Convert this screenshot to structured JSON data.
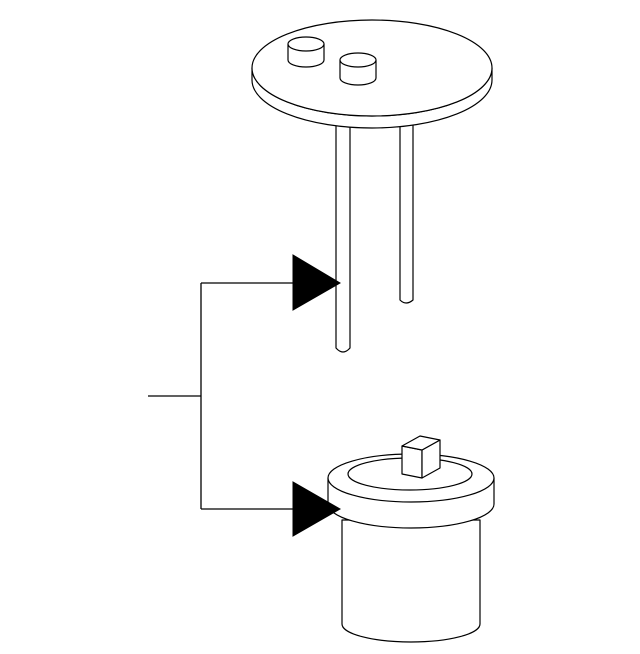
{
  "diagram": {
    "parts": [
      {
        "name": "round-plate-with-two-posts",
        "description_shown": false
      },
      {
        "name": "cylindrical-canister-with-tab",
        "description_shown": false
      }
    ],
    "connector": {
      "style": "bracket-with-two-arrows"
    },
    "colors": {
      "line": "#000000",
      "fill": "#ffffff",
      "arrow": "#000000"
    }
  }
}
